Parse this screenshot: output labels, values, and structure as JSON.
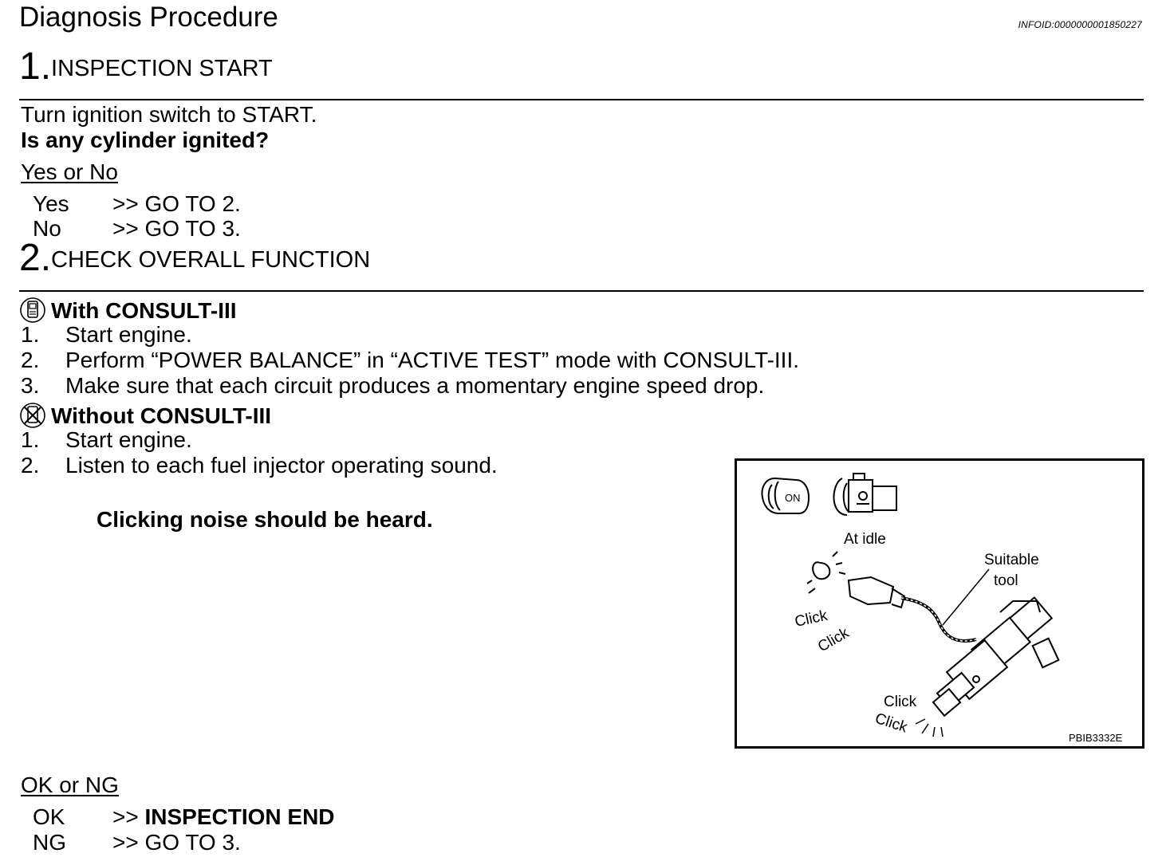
{
  "header": {
    "title": "Diagnosis Procedure",
    "infoid": "INFOID:0000000001850227"
  },
  "step1": {
    "number": "1.",
    "title": "INSPECTION START",
    "instruction": "Turn ignition switch to START.",
    "question": "Is any cylinder ignited?",
    "choice_heading": "Yes or No",
    "choices": [
      {
        "key": "Yes",
        "action": ">> GO TO 2."
      },
      {
        "key": "No",
        "action": ">> GO TO 3."
      }
    ]
  },
  "step2": {
    "number": "2.",
    "title": "CHECK OVERALL FUNCTION",
    "with_consult": {
      "heading": "With CONSULT-III",
      "icon": "consult-icon",
      "steps": [
        {
          "n": "1.",
          "text": "Start engine."
        },
        {
          "n": "2.",
          "text": "Perform “POWER BALANCE” in “ACTIVE TEST” mode with CONSULT-III."
        },
        {
          "n": "3.",
          "text": "Make sure that each circuit produces a momentary engine speed drop."
        }
      ]
    },
    "without_consult": {
      "heading": "Without CONSULT-III",
      "icon": "no-consult-icon",
      "steps": [
        {
          "n": "1.",
          "text": "Start engine."
        },
        {
          "n": "2.",
          "text": "Listen to each fuel injector operating sound."
        }
      ]
    },
    "note": "Clicking noise should be heard.",
    "figure": {
      "label_idle": "At idle",
      "label_tool_1": "Suitable",
      "label_tool_2": "tool",
      "click_1": "Click",
      "click_2": "Click",
      "click_3": "Click",
      "click_4": "Click",
      "key_label": "ON",
      "figure_id": "PBIB3332E"
    },
    "choice_heading": "OK or NG",
    "choices": [
      {
        "key": "OK",
        "prefix": ">> ",
        "action": "INSPECTION END"
      },
      {
        "key": "NG",
        "prefix": "",
        "action": ">> GO TO 3."
      }
    ]
  }
}
